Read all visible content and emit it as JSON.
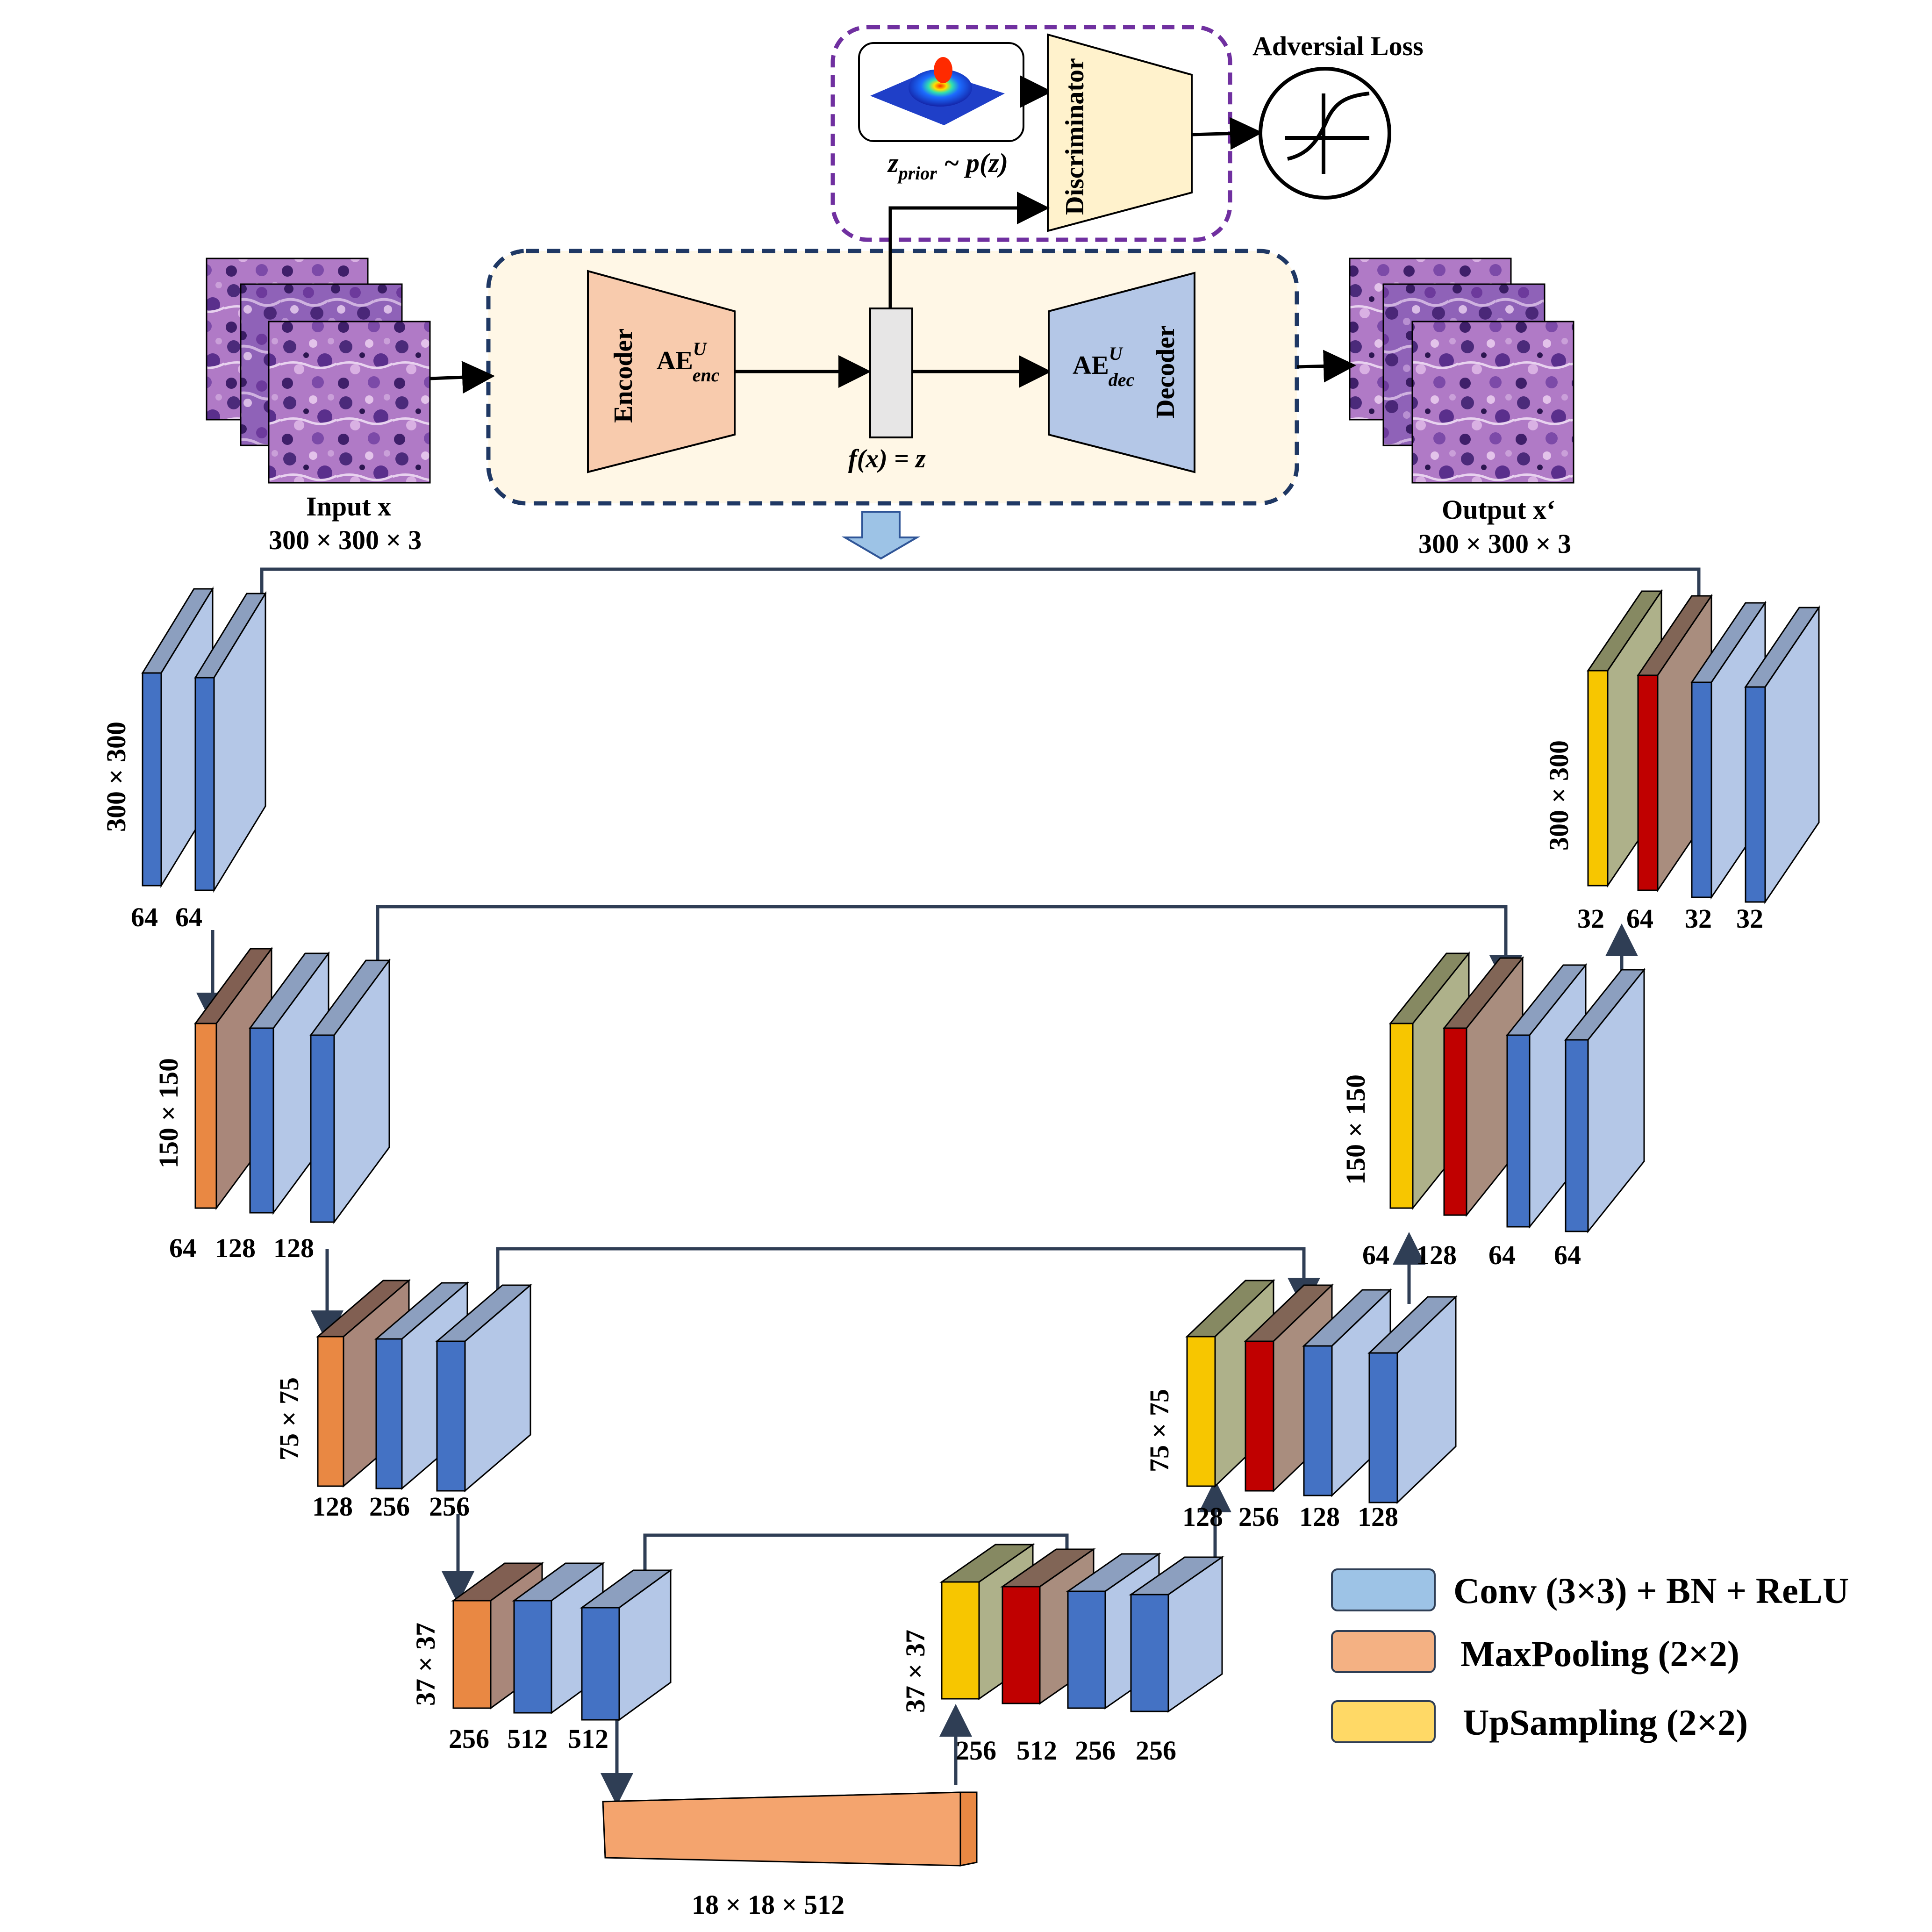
{
  "top": {
    "adversarial_loss": "Adversial Loss",
    "discriminator": "Discriminator",
    "prior": {
      "z": "z",
      "sub": "prior",
      "rest": " ~ p(z)"
    },
    "encoder": "Encoder",
    "decoder": "Decoder",
    "ae_enc": {
      "base": "AE",
      "sup": "U",
      "sub": "enc"
    },
    "ae_dec": {
      "base": "AE",
      "sup": "U",
      "sub": "dec"
    },
    "latent": "f(x) = z",
    "input_label": "Input x",
    "input_dims": "300 × 300 × 3",
    "output_label": "Output x‘",
    "output_dims": "300 × 300 × 3"
  },
  "unet": {
    "enc1": {
      "res": "300 × 300",
      "channels": [
        "64",
        "64"
      ]
    },
    "enc2": {
      "res": "150 × 150",
      "channels": [
        "64",
        "128",
        "128"
      ]
    },
    "enc3": {
      "res": "75 × 75",
      "channels": [
        "128",
        "256",
        "256"
      ]
    },
    "enc4": {
      "res": "37 × 37",
      "channels": [
        "256",
        "512",
        "512"
      ]
    },
    "bottleneck": "18 × 18 × 512",
    "dec4": {
      "res": "37 × 37",
      "channels": [
        "256",
        "512",
        "256",
        "256"
      ]
    },
    "dec3": {
      "res": "75 × 75",
      "channels": [
        "128",
        "256",
        "128",
        "128"
      ]
    },
    "dec2": {
      "res": "150 × 150",
      "channels": [
        "64",
        "128",
        "64",
        "64"
      ]
    },
    "dec1": {
      "res": "300 × 300",
      "channels": [
        "32",
        "64",
        "32",
        "32"
      ]
    }
  },
  "legend": [
    {
      "label": "Conv (3×3) + BN + ReLU",
      "color": "#9dc3e6"
    },
    {
      "label": "MaxPooling (2×2)",
      "color": "#f4b183"
    },
    {
      "label": "UpSampling (2×2)",
      "color": "#ffd966"
    }
  ],
  "colors": {
    "conv_face": "#b4c7e7",
    "conv_front": "#4472c4",
    "pool_front": "#e98843",
    "pool_face": "#a9877a",
    "up_front": "#f7c600",
    "up_face": "#aeb18a",
    "concat_front": "#c00000",
    "concat_face": "#a98d7e",
    "encoder_fill": "#f8cbad",
    "decoder_fill": "#b4c7e7",
    "discriminator_fill": "#fff2cc",
    "autoencoder_bg": "#fff7e6",
    "disc_border": "#7030a0",
    "ae_border": "#1f3864",
    "bottleneck_fill": "#f4a46e"
  }
}
